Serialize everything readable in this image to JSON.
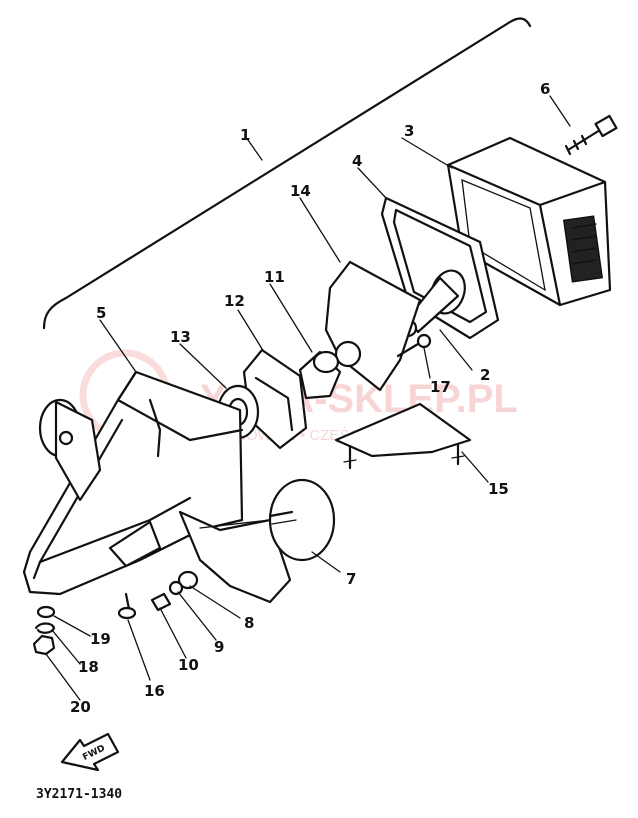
{
  "callouts": [
    "1",
    "2",
    "3",
    "4",
    "5",
    "6",
    "7",
    "8",
    "9",
    "10",
    "11",
    "12",
    "13",
    "14",
    "15",
    "16",
    "17",
    "18",
    "19",
    "20"
  ],
  "fwd_label": "FWD",
  "drawing_code": "3Y2171-1340",
  "watermark": {
    "main": "YAMA-SKLEP.PL",
    "sub": "WIONOWICZ • CZĘŚCI YAMAHA"
  }
}
